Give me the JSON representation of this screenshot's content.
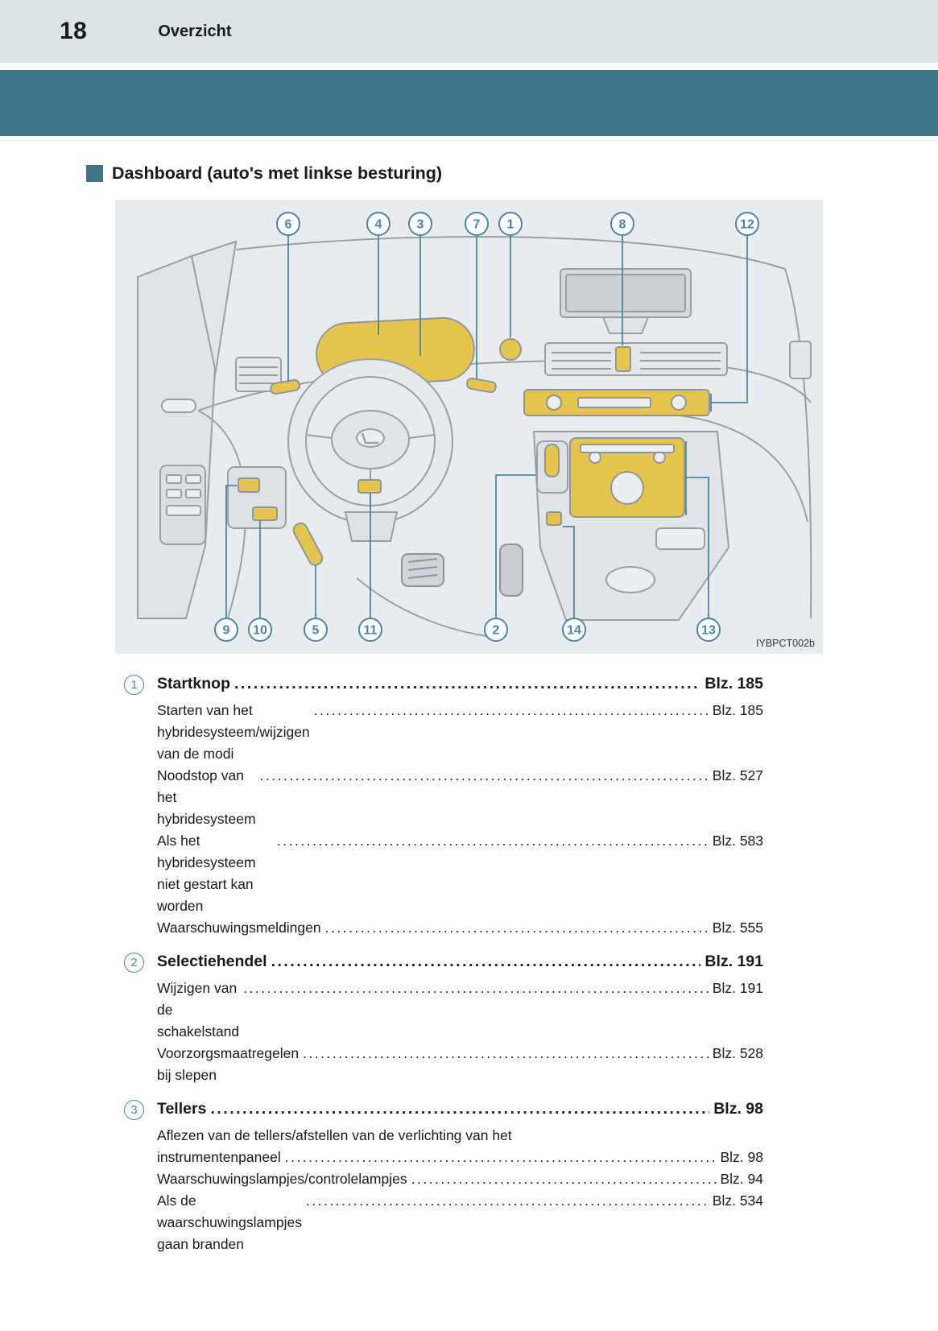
{
  "colors": {
    "header_bar_bg": "#dbe4e6",
    "band_teal": "#3e7488",
    "accent_blue": "#4a86a3",
    "diagram_bg": "#e9ecee",
    "highlight_yellow": "#e5c54e",
    "line_gray": "#97a0a7"
  },
  "header": {
    "page_number": "18",
    "section_title": "Overzicht"
  },
  "heading": "Dashboard (auto's met linkse besturing)",
  "diagram": {
    "figure_code": "IYBPCT002b",
    "callouts_top": [
      "6",
      "4",
      "3",
      "7",
      "1",
      "8",
      "12"
    ],
    "callouts_bottom": [
      "9",
      "10",
      "5",
      "11",
      "2",
      "14",
      "13"
    ]
  },
  "index": {
    "items": [
      {
        "number": "1",
        "title": "Startknop",
        "page": "Blz. 185",
        "subitems": [
          {
            "text": "Starten van het hybridesysteem/wijzigen van de modi",
            "page": "Blz. 185"
          },
          {
            "text": "Noodstop van het hybridesysteem",
            "page": "Blz. 527"
          },
          {
            "text": "Als het hybridesysteem niet gestart kan worden",
            "page": "Blz. 583"
          },
          {
            "text": "Waarschuwingsmeldingen",
            "page": "Blz. 555"
          }
        ]
      },
      {
        "number": "2",
        "title": "Selectiehendel",
        "page": "Blz. 191",
        "subitems": [
          {
            "text": "Wijzigen van de schakelstand",
            "page": "Blz. 191"
          },
          {
            "text": "Voorzorgsmaatregelen bij slepen",
            "page": "Blz. 528"
          }
        ]
      },
      {
        "number": "3",
        "title": "Tellers",
        "page": "Blz. 98",
        "subitems": [
          {
            "pre_line": "Aflezen van de tellers/afstellen van de verlichting van het",
            "text": "instrumentenpaneel",
            "page": "Blz. 98"
          },
          {
            "text": "Waarschuwingslampjes/controlelampjes",
            "page": "Blz. 94"
          },
          {
            "text": "Als de waarschuwingslampjes gaan branden",
            "page": "Blz. 534"
          }
        ]
      }
    ]
  }
}
